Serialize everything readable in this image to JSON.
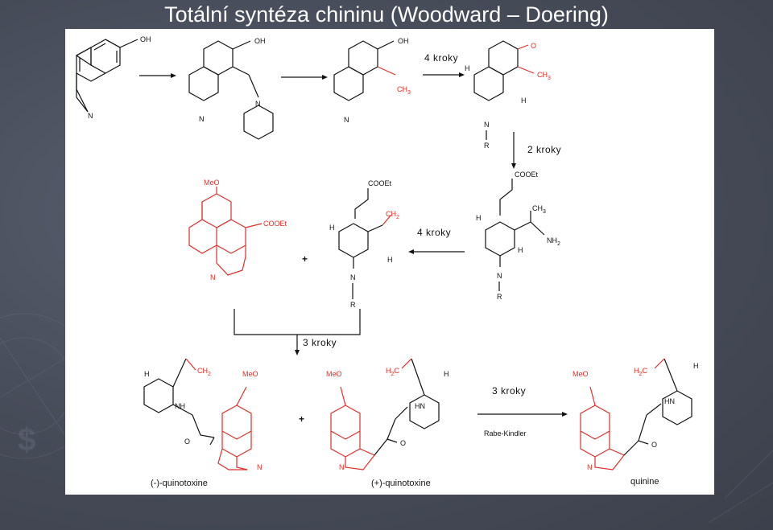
{
  "slide": {
    "title": "Totální syntéza chininu (Woodward – Doering)"
  },
  "colors": {
    "background": "#464b58",
    "panel": "#ffffff",
    "black_structures": "#111111",
    "red_structures": "#e0302a",
    "title_text": "#ffffff"
  },
  "reaction_steps": {
    "step1": "4 kroky",
    "step2": "2 kroky",
    "step3": "4 kroky",
    "step4": "3 kroky",
    "step5": "3 kroky",
    "step5_reagent": "Rabe-Kindler"
  },
  "atoms": {
    "oh": "OH",
    "n": "N",
    "ch3": "CH",
    "ch3_sub": "3",
    "o": "O",
    "h": "H",
    "r": "R",
    "cooet": "COOEt",
    "ch2": "CH",
    "ch2_sub": "2",
    "nh2": "NH",
    "nh2_sub": "2",
    "meo": "MeO",
    "nh": "NH",
    "hn": "HN",
    "h2c": "H",
    "h2c_sub": "2",
    "h2c_c": "C",
    "plus": "+"
  },
  "compounds": {
    "quinotoxine_minus": "(-)-quinotoxine",
    "quinotoxine_plus": "(+)-quinotoxine",
    "quinine": "quinine"
  }
}
